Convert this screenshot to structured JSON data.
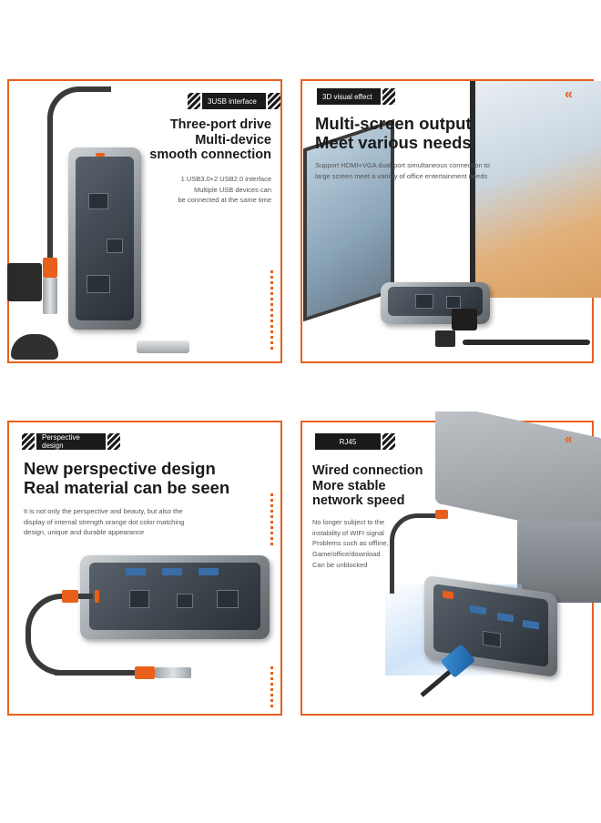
{
  "panels": {
    "p1": {
      "tag": "3USB interface",
      "headline": [
        "Three-port drive",
        "Multi-device",
        "smooth connection"
      ],
      "body": [
        "1 USB3.0+2 USB2.0 interface",
        "Multiple USB devices can",
        "be connected at the same time"
      ]
    },
    "p2": {
      "tag": "3D visual effect",
      "headline": [
        "Multi-screen output",
        "Meet various needs"
      ],
      "body": [
        "Support HDMI+VGA dual-port simultaneous connection to",
        "large screen meet a variety of office entertainment needs"
      ],
      "chevron": "«"
    },
    "p3": {
      "tag": "Perspective design",
      "headline": [
        "New perspective design",
        "Real material can be seen"
      ],
      "body": [
        "It is not only the perspective and beauty, but also the",
        "display of internal strength orange dot color matching",
        "design, unique and durable appearance"
      ]
    },
    "p4": {
      "tag": "RJ45",
      "headline": [
        "Wired connection",
        "More stable",
        "network speed"
      ],
      "body": [
        "No longer subject to the",
        "instability of WIFI signal",
        "Problems such as offline,",
        "Game/office/download",
        "Can be unblocked"
      ],
      "chevron": "«"
    }
  },
  "colors": {
    "accent": "#e8601c",
    "text": "#1a1a1a",
    "tag_bg": "#1a1a1a",
    "panel_border": "#e8601c"
  },
  "icons": [
    "hub-illustration",
    "cable-illustration",
    "laptop-illustration",
    "monitor-illustration",
    "usb-stick-illustration",
    "ethernet-plug-illustration"
  ]
}
